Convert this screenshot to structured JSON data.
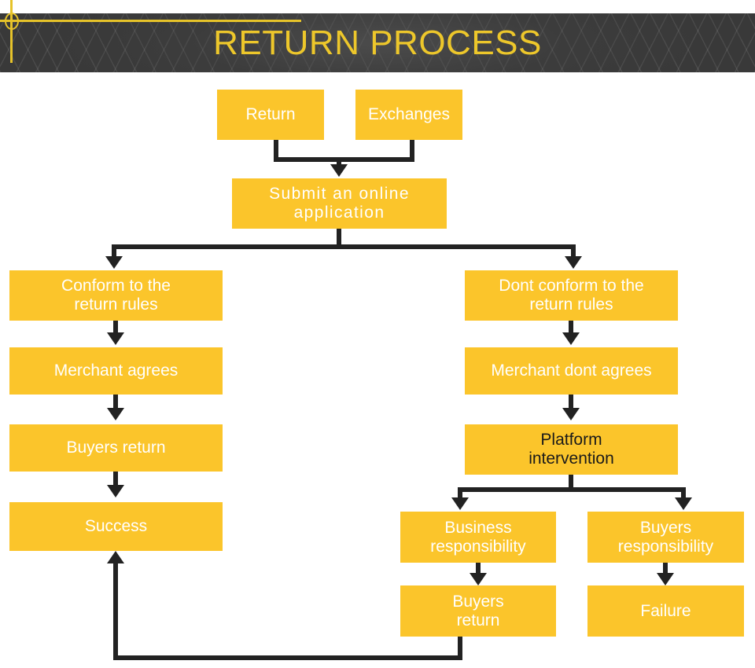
{
  "header": {
    "title": "RETURN PROCESS",
    "background_color": "#393939",
    "accent_color": "#E6C32A",
    "marker_icon": "crosshair-circle-icon"
  },
  "theme": {
    "node_fill": "#FBC52B",
    "node_text": "#FFFFFF",
    "node_text_dark": "#1A1A1A",
    "connector_color": "#222222",
    "page_background": "#FFFFFF"
  },
  "flow": {
    "name": "Return Process",
    "nodes": [
      {
        "id": "return",
        "label": "Return",
        "text_color": "white"
      },
      {
        "id": "exchanges",
        "label": "Exchanges",
        "text_color": "white"
      },
      {
        "id": "submit",
        "label": "Submit an online\napplication",
        "text_color": "white"
      },
      {
        "id": "conform",
        "label": "Conform to the\nreturn rules",
        "text_color": "white"
      },
      {
        "id": "dont-conform",
        "label": "Dont conform to the\nreturn rules",
        "text_color": "white"
      },
      {
        "id": "merchant-agrees",
        "label": "Merchant agrees",
        "text_color": "white"
      },
      {
        "id": "merchant-dont-agrees",
        "label": "Merchant dont agrees",
        "text_color": "white"
      },
      {
        "id": "buyers-return-left",
        "label": "Buyers return",
        "text_color": "white"
      },
      {
        "id": "platform",
        "label": "Platform\nintervention",
        "text_color": "dark"
      },
      {
        "id": "success",
        "label": "Success",
        "text_color": "white"
      },
      {
        "id": "business-resp",
        "label": "Business\nresponsibility",
        "text_color": "white"
      },
      {
        "id": "buyers-resp",
        "label": "Buyers\nresponsibility",
        "text_color": "white"
      },
      {
        "id": "buyers-return-bottom",
        "label": "Buyers\nreturn",
        "text_color": "white"
      },
      {
        "id": "failure",
        "label": "Failure",
        "text_color": "white"
      }
    ],
    "edges": [
      {
        "from": "return",
        "to": "submit"
      },
      {
        "from": "exchanges",
        "to": "submit"
      },
      {
        "from": "submit",
        "to": "conform"
      },
      {
        "from": "submit",
        "to": "dont-conform"
      },
      {
        "from": "conform",
        "to": "merchant-agrees"
      },
      {
        "from": "merchant-agrees",
        "to": "buyers-return-left"
      },
      {
        "from": "buyers-return-left",
        "to": "success"
      },
      {
        "from": "dont-conform",
        "to": "merchant-dont-agrees"
      },
      {
        "from": "merchant-dont-agrees",
        "to": "platform"
      },
      {
        "from": "platform",
        "to": "business-resp"
      },
      {
        "from": "platform",
        "to": "buyers-resp"
      },
      {
        "from": "business-resp",
        "to": "buyers-return-bottom"
      },
      {
        "from": "buyers-resp",
        "to": "failure"
      },
      {
        "from": "buyers-return-bottom",
        "to": "success"
      }
    ]
  }
}
